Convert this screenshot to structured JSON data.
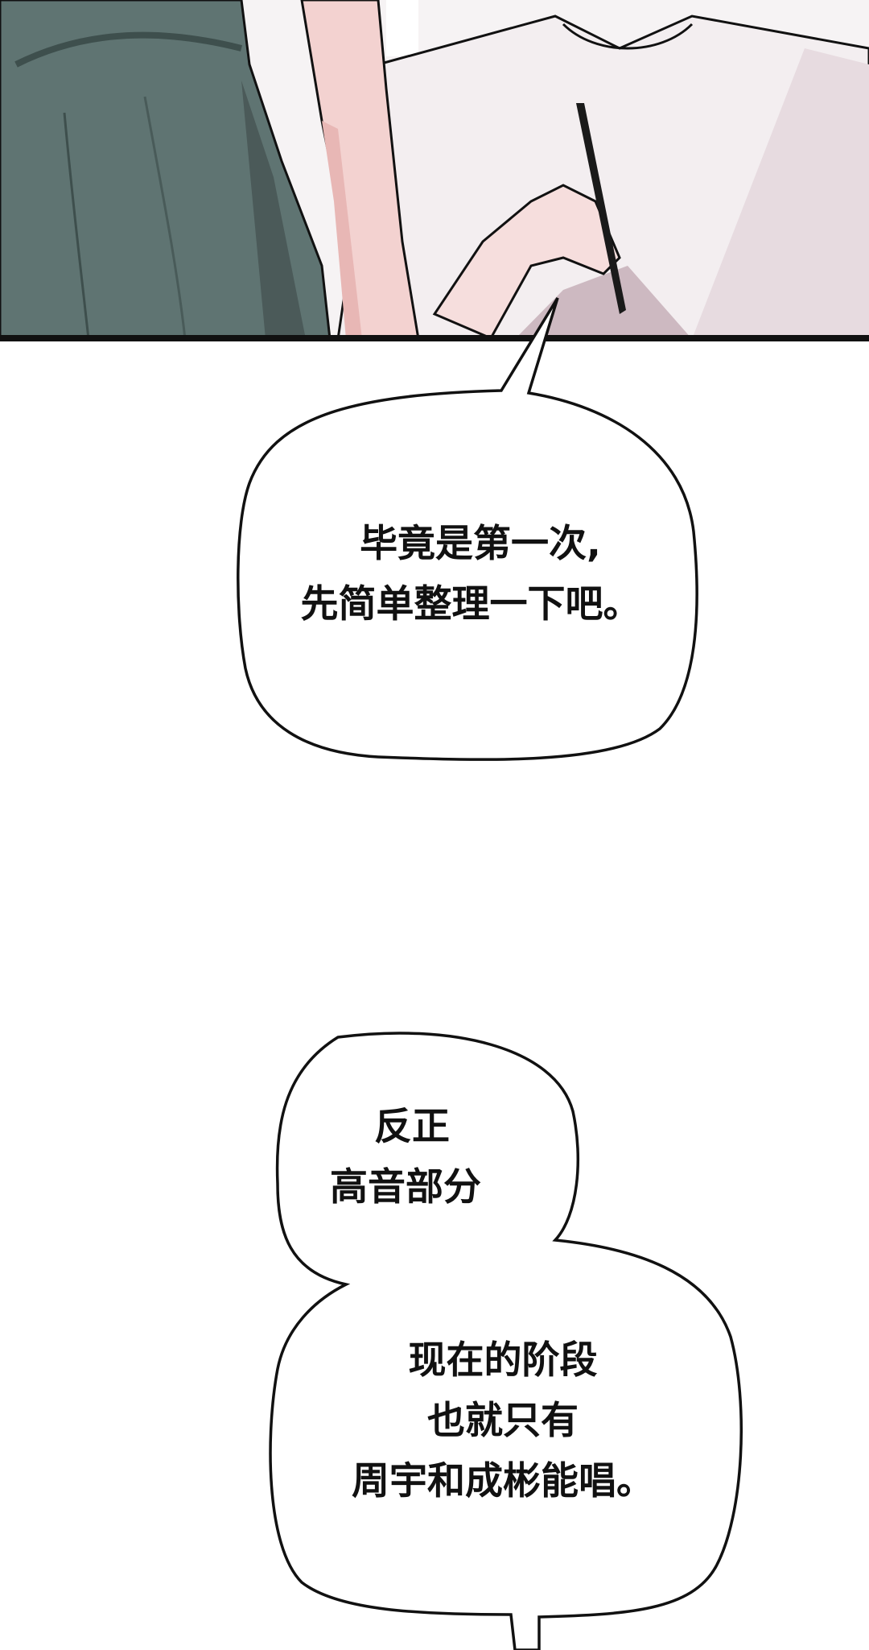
{
  "panel": {
    "description": "Manga panel: person in green jacket on left, person in white t-shirt holding a black pencil on right",
    "colors": {
      "jacket": "#5f7472",
      "shirt": "#f4eff1",
      "skin": "#f0c9c8",
      "shadow": "#cdb9c1",
      "border": "#111111"
    }
  },
  "bubbles": [
    {
      "lines": [
        "毕竟是第一次,",
        "先简单整理一下吧。"
      ]
    },
    {
      "top_lines": [
        "反正",
        "高音部分"
      ],
      "bottom_lines": [
        "现在的阶段",
        "也就只有",
        "周宇和成彬能唱。"
      ]
    }
  ]
}
